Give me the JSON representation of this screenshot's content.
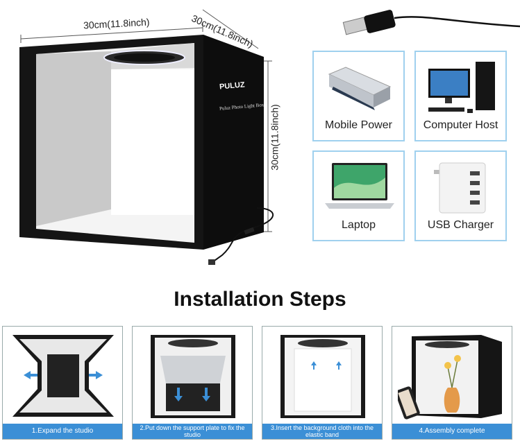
{
  "dimensions": {
    "width_label": "30cm(11.8inch)",
    "depth_label": "30cm(11.8inch)",
    "height_label": "30cm(11.8inch)"
  },
  "brand": {
    "logo_text": "PULUZ",
    "product_text": "Puluz Photo Light Box"
  },
  "power_sources": [
    {
      "label": "Mobile Power"
    },
    {
      "label": "Computer Host"
    },
    {
      "label": "Laptop"
    },
    {
      "label": "USB Charger"
    }
  ],
  "installation": {
    "title": "Installation Steps",
    "steps": [
      {
        "label": "1.Expand the studio"
      },
      {
        "label": "2.Put down the support plate to fix the studio"
      },
      {
        "label": "3.Insert the background cloth into the elastic band"
      },
      {
        "label": "4.Assembly complete"
      }
    ]
  },
  "colors": {
    "accent_blue": "#3b8fd6",
    "card_border": "#9fd0ee",
    "box_black": "#151515"
  }
}
